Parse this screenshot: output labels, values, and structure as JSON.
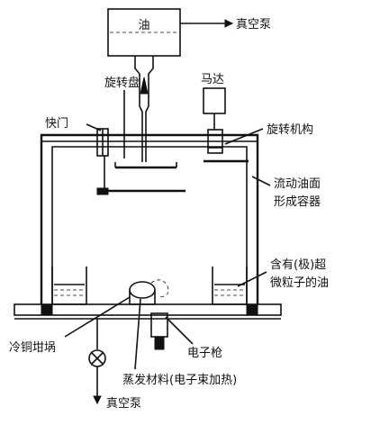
{
  "labels": {
    "oil": "油",
    "vacuum_pump_top": "真空泵",
    "motor": "马达",
    "rotating_disk": "旋转盘",
    "shutter": "快门",
    "rotating_mechanism": "旋转机构",
    "flowing_oil_surface_line1": "流动油面",
    "flowing_oil_surface_line2": "形成容器",
    "oil_with_particles_line1": "含有(极)超",
    "oil_with_particles_line2": "微粒子的油",
    "cold_copper_crucible": "冷铜坩埚",
    "electron_gun": "电子枪",
    "evaporation_material": "蒸发材料(电子束加热)",
    "vacuum_pump_bottom": "真空泵"
  }
}
